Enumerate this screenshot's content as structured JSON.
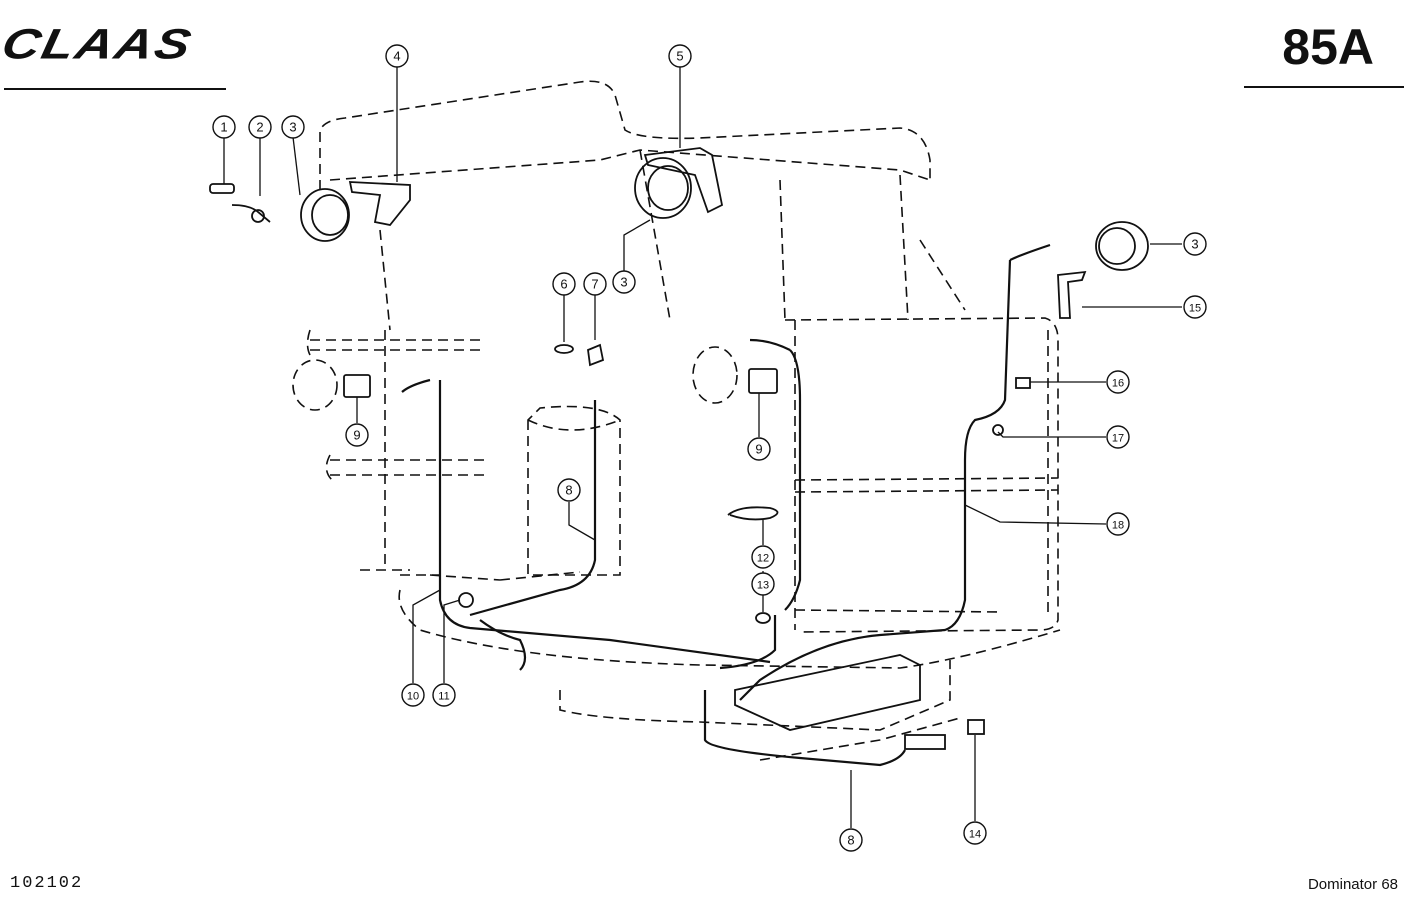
{
  "header": {
    "brand": "CLAAS",
    "page_number": "85A"
  },
  "footer": {
    "document_number": "102102",
    "model": "Dominator 68"
  },
  "callouts": [
    "1",
    "2",
    "3",
    "4",
    "5",
    "3",
    "6",
    "7",
    "3",
    "15",
    "16",
    "17",
    "9",
    "9",
    "8",
    "18",
    "12",
    "13",
    "10",
    "11",
    "8",
    "14"
  ],
  "colors": {
    "ink": "#111111",
    "paper": "#ffffff"
  }
}
